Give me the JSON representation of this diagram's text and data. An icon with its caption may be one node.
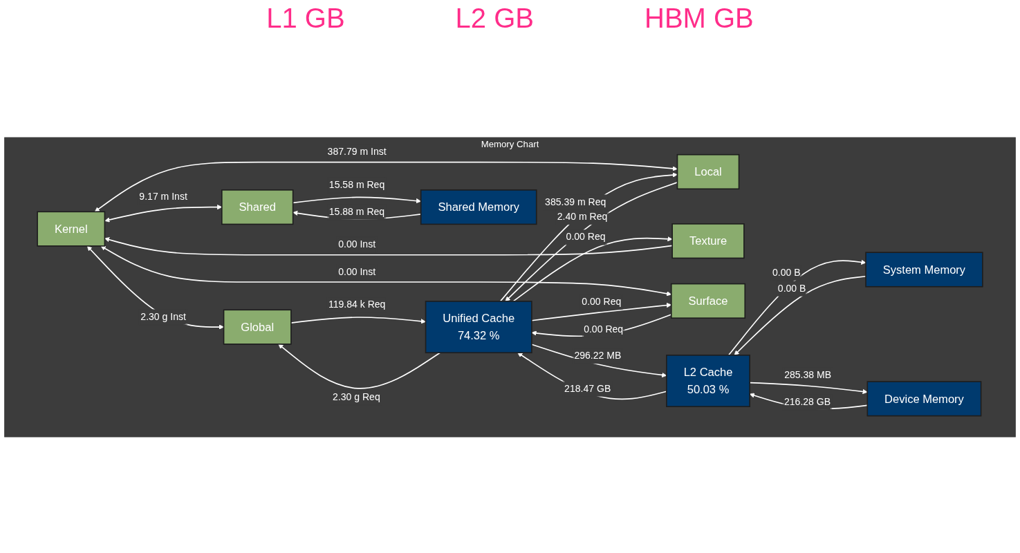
{
  "diagram": {
    "nodes": [
      {
        "text": [
          "Memory Chart"
        ]
      },
      {
        "text": [
          "Kernel"
        ],
        "in": 0
      },
      {
        "text": [
          "Global"
        ],
        "in": 0
      },
      {
        "text": [
          "Local"
        ],
        "in": 0
      },
      {
        "text": [
          "Texture"
        ],
        "in": 0
      },
      {
        "text": [
          "Surface"
        ],
        "in": 0
      },
      {
        "text": [
          "Shared"
        ],
        "in": 0
      },
      {
        "text": [
          "Unified Cache",
          "74.32 %"
        ],
        "in": 0
      },
      {
        "text": [
          "Shared Memory"
        ],
        "in": 0
      },
      {
        "text": [
          "L2 Cache",
          "50.03 %"
        ],
        "in": 0
      },
      {
        "text": [
          "System Memory"
        ],
        "in": 0
      },
      {
        "text": [
          "Device Memory"
        ],
        "in": 0
      }
    ],
    "edges": [
      {
        "from": 1,
        "to": 2,
        "arrow": "both",
        "label": "2.30 g Inst"
      },
      {
        "from": 1,
        "to": 3,
        "arrow": "both",
        "label": "387.79 m Inst"
      },
      {
        "from": 4,
        "to": 1,
        "arrow": "to",
        "label": "0.00 Inst"
      },
      {
        "from": 1,
        "to": 5,
        "arrow": "both",
        "label": "0.00 Inst"
      },
      {
        "from": 1,
        "to": 6,
        "arrow": "both",
        "label": "9.17 m Inst"
      },
      {
        "from": 7,
        "to": 2,
        "arrow": "to",
        "label": "2.30 g Req"
      },
      {
        "from": 2,
        "to": 7,
        "arrow": "to",
        "label": "119.84 k Req"
      },
      {
        "from": 7,
        "to": 3,
        "arrow": "to",
        "label": "385.39 m Req"
      },
      {
        "from": 3,
        "to": 7,
        "arrow": "to",
        "label": "2.40 m Req"
      },
      {
        "from": 7,
        "to": 4,
        "arrow": "to",
        "label": "0.00 Req"
      },
      {
        "from": 7,
        "to": 5,
        "arrow": "to",
        "label": "0.00 Req"
      },
      {
        "from": 5,
        "to": 7,
        "arrow": "to",
        "label": "0.00 Req"
      },
      {
        "from": 8,
        "to": 6,
        "arrow": "to",
        "label": "15.88 m Req"
      },
      {
        "from": 6,
        "to": 8,
        "arrow": "to",
        "label": "15.58 m Req"
      },
      {
        "from": 9,
        "to": 7,
        "arrow": "to",
        "label": "218.47 GB"
      },
      {
        "from": 7,
        "to": 9,
        "arrow": "to",
        "label": "296.22 MB"
      },
      {
        "from": 10,
        "to": 9,
        "arrow": "to",
        "label": "0.00 B"
      },
      {
        "from": 9,
        "to": 10,
        "arrow": "to",
        "label": "0.00 B"
      },
      {
        "from": 11,
        "to": 9,
        "arrow": "to",
        "label": "216.28 GB"
      },
      {
        "from": 9,
        "to": 11,
        "arrow": "to",
        "label": "285.38 MB"
      }
    ],
    "labels": [
      "L1 GB",
      "L2 GB",
      "HBM GB"
    ]
  }
}
